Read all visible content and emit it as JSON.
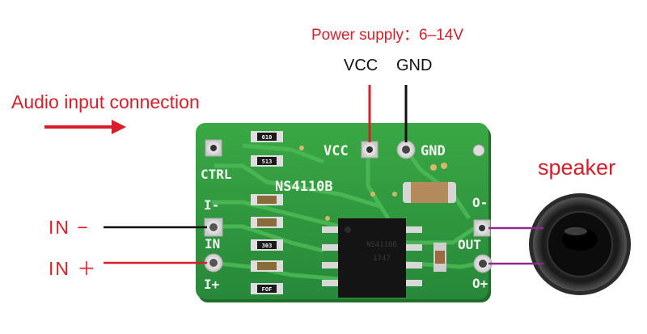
{
  "labels": {
    "power_supply": "Power supply：6–14V",
    "vcc": "VCC",
    "gnd": "GND",
    "audio_input": "Audio input connection",
    "speaker": "speaker",
    "in_minus": "IN −",
    "in_plus": "IN ＋"
  },
  "board": {
    "chip_label": "NS4110B",
    "silk": {
      "vcc": "VCC",
      "gnd": "GND",
      "ctrl": "CTRL",
      "i_minus": "I-",
      "in": "IN",
      "i_plus": "I+",
      "o_minus": "O-",
      "out": "OUT",
      "o_plus": "O+"
    },
    "resistors": [
      "010",
      "513",
      "",
      "",
      "303",
      "",
      "FOF"
    ],
    "chip_marking": [
      "NS4110B",
      "1747"
    ]
  },
  "colors": {
    "label_red": "#d81e2a",
    "pcb_green": "#2f9a3a",
    "wire_red": "#d81e2a",
    "wire_black": "#111111",
    "wire_purple": "#8a2a8a"
  }
}
